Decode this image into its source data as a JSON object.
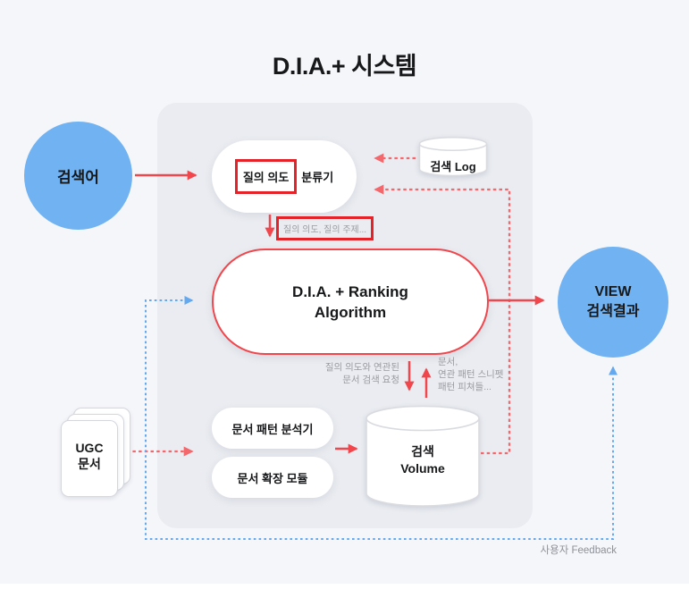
{
  "title": "D.I.A.+ 시스템",
  "nodes": {
    "query_circle": {
      "label": "검색어"
    },
    "intent_classifier": {
      "highlight": "질의 의도",
      "rest": "분류기"
    },
    "search_log_db": {
      "label": "검색 Log"
    },
    "ranking_algorithm": {
      "line1": "D.I.A. + Ranking",
      "line2": "Algorithm"
    },
    "view_results_circle": {
      "line1": "VIEW",
      "line2": "검색결과"
    },
    "doc_pattern_analyzer": {
      "label": "문서 패턴 분석기"
    },
    "doc_expansion_module": {
      "label": "문서 확장 모듈"
    },
    "search_volume_db": {
      "line1": "검색",
      "line2": "Volume"
    },
    "ugc_documents": {
      "line1": "UGC",
      "line2": "문서"
    }
  },
  "edge_labels": {
    "intent_topic": "질의 의도, 질의 주제...",
    "doc_request_line1": "질의 의도와 연관된",
    "doc_request_line2": "문서 검색 요청",
    "doc_response_line1": "문서,",
    "doc_response_line2": "연관 패턴 스니펫",
    "doc_response_line3": "패턴 피쳐들...",
    "user_feedback": "사용자 Feedback"
  },
  "colors": {
    "accent_red": "#f0464c",
    "annotation_red": "#e42228",
    "dashed_red": "#f2686c",
    "node_blue": "#70b2f2",
    "dashed_blue": "#64a9f0",
    "muted_text": "#9a9ba1",
    "panel_bg": "#eaecf1",
    "page_bg": "#f5f6fa"
  }
}
